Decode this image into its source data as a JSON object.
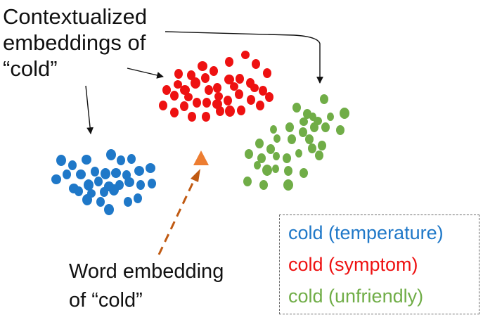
{
  "title": {
    "line1": "Contextualized",
    "line2": "embeddings of",
    "line3": "“cold”"
  },
  "word_embedding_label": {
    "line1": "Word embedding",
    "line2": "of “cold”"
  },
  "legend": [
    {
      "label": "cold (temperature)",
      "color": "#1f78c8"
    },
    {
      "label": "cold (symptom)",
      "color": "#ee1111"
    },
    {
      "label": "cold (unfriendly)",
      "color": "#70ad47"
    }
  ],
  "colors": {
    "temperature": "#1f78c8",
    "symptom": "#ee1111",
    "unfriendly": "#70ad47",
    "word_marker": "#ed7d31",
    "dashed_arrow": "#c05a12",
    "arrow": "#111111"
  },
  "icons": {
    "word_marker": "triangle-icon"
  }
}
